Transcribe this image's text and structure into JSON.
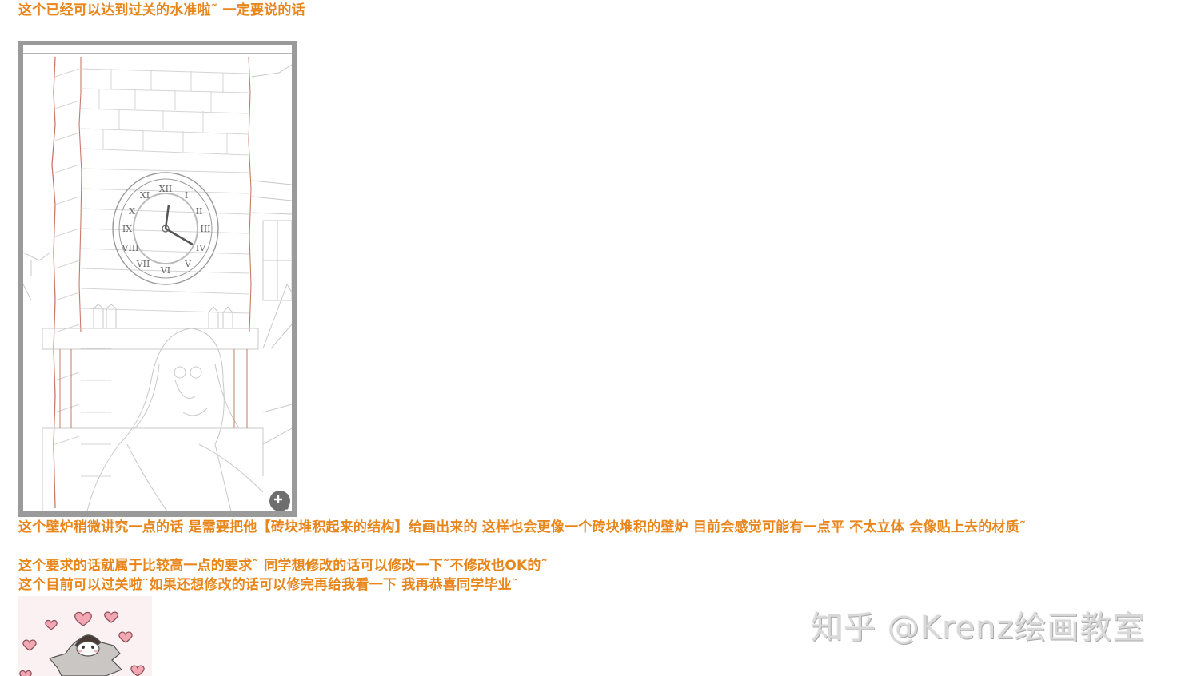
{
  "comments": {
    "line1": "这个已经可以达到过关的水准啦˜ 一定要说的话",
    "line2": "这个壁炉稍微讲究一点的话 是需要把他【砖块堆积起来的结构】给画出来的 这样也会更像一个砖块堆积的壁炉 目前会感觉可能有一点平 不太立体 会像贴上去的材质˜",
    "line3": "这个要求的话就属于比较高一点的要求˜ 同学想修改的话可以修改一下˜不修改也OK的˜",
    "line4": "这个目前可以过关啦˜如果还想修改的话可以修完再给我看一下 我再恭喜同学毕业˜"
  },
  "artwork": {
    "subject": "line-art-fireplace-clock-girl",
    "zoom_icon": "zoom-in-icon"
  },
  "sticker": {
    "subject": "penguin-with-hearts"
  },
  "watermark": {
    "text": "知乎 @Krenz绘画教室"
  },
  "colors": {
    "comment_text": "#e8861c",
    "frame": "#9a9a9a",
    "watermark": "#d9d9d9"
  }
}
